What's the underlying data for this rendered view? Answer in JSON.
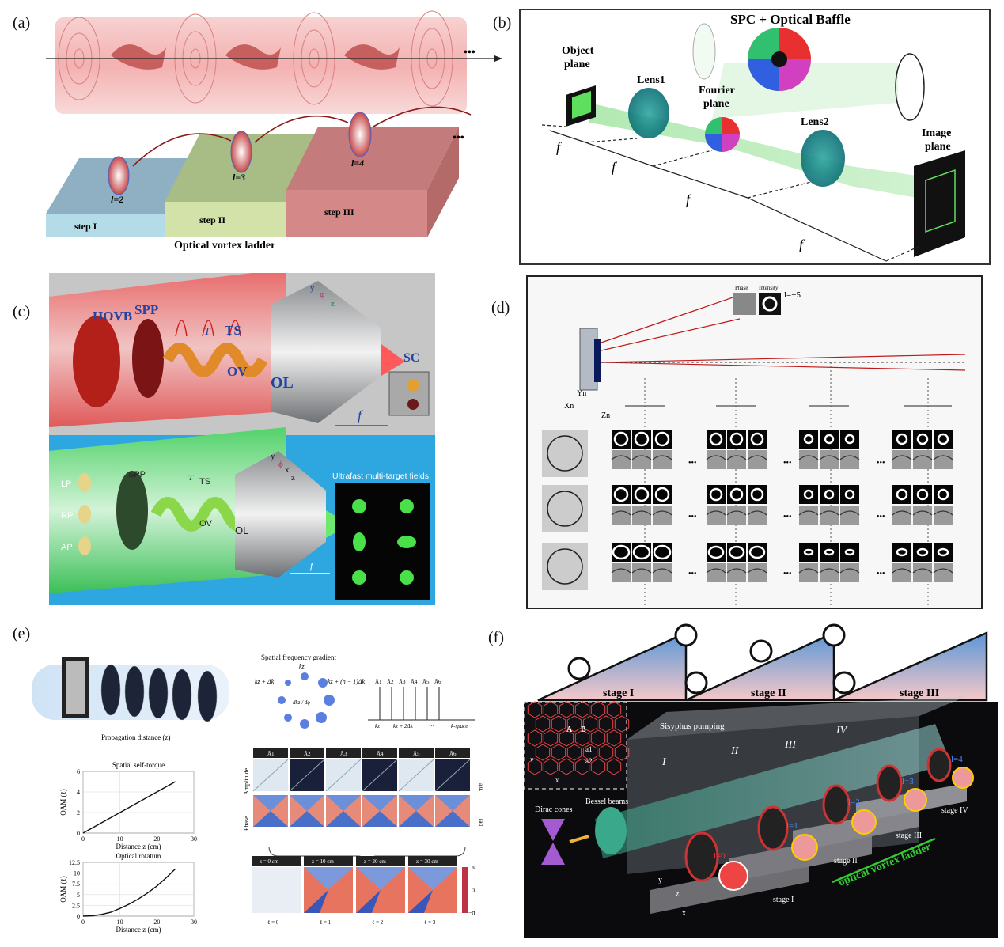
{
  "panels": {
    "a": {
      "label": "(a)",
      "modes": [
        "l=2",
        "l=3",
        "l=4"
      ],
      "steps": [
        "step I",
        "step II",
        "step III"
      ],
      "caption": "Optical vortex ladder",
      "ellipsis": "•••"
    },
    "b": {
      "label": "(b)",
      "title": "SPC + Optical Baffle",
      "object_plane": [
        "Object",
        "plane"
      ],
      "lens1": "Lens1",
      "fourier_plane": [
        "Fourier",
        "plane"
      ],
      "lens2": "Lens2",
      "image_plane": [
        "Image",
        "plane"
      ],
      "focal": "f"
    },
    "c": {
      "label": "(c)",
      "top": {
        "hovb": "HOVB",
        "spp": "SPP",
        "t": "T",
        "ts": "TS",
        "ov": "OV",
        "ol": "OL",
        "sc": "SC",
        "f": "f",
        "y": "y",
        "z": "z",
        "phi": "φ"
      },
      "bottom": {
        "lp": "LP",
        "rp": "RP",
        "ap": "AP",
        "spp": "SPP",
        "t": "T",
        "ts": "TS",
        "ov": "OV",
        "ol": "OL",
        "f": "f",
        "y": "y",
        "x": "x",
        "z": "z",
        "phi": "ϕ",
        "targets_title": "Ultrafast multi-target fields"
      }
    },
    "d": {
      "label": "(d)",
      "mode": "l=+5",
      "phase_label": "Phase",
      "intensity_label": "Intensity",
      "axes": {
        "x": "Xn",
        "y": "Yn",
        "z": "Zn"
      },
      "ellipsis": "•••"
    },
    "e": {
      "label": "(e)",
      "propagation": "Propagation distance (z)",
      "gradient_title": "Spatial frequency gradient",
      "kz": "kz",
      "kz_plus": "kz + Δk",
      "kz_n": "kz + (n − 1)Δk",
      "dk": "dkz / dϕ",
      "kspace": "k-space",
      "kticks": [
        "kz",
        "kz + 2Δk",
        "···"
      ],
      "a_labels": [
        "Ã1",
        "Ã2",
        "Ã3",
        "Ã4",
        "Ã5",
        "Ã6"
      ],
      "row_labels": [
        "Amplitude",
        "Phase"
      ],
      "amp_unit": "a.u.",
      "phase_unit": "rad",
      "z_titles": [
        "z = 0 cm",
        "z = 10 cm",
        "z = 20 cm",
        "z = 30 cm"
      ],
      "ell_labels": [
        "ℓ = 0",
        "ℓ = 1",
        "ℓ = 2",
        "ℓ = 3"
      ],
      "pi_labels": [
        "π",
        "0",
        "−π"
      ]
    },
    "f": {
      "label": "(f)",
      "stages": [
        "stage I",
        "stage II",
        "stage III"
      ],
      "pumping": "Sisyphus pumping",
      "roman": [
        "I",
        "II",
        "III",
        "IV"
      ],
      "dirac": "Dirac cones",
      "bessel": "Bessel beams",
      "ladder": "optical vortex ladder",
      "lattice": {
        "a": "A",
        "b": "B",
        "a1": "a1",
        "a2": "a2",
        "y": "y",
        "x": "x"
      },
      "blocks": [
        "stage I",
        "stage II",
        "stage III",
        "stage IV"
      ],
      "modes": [
        "l=0",
        "l=1",
        "l=2",
        "l=3",
        "l=4"
      ],
      "axes": {
        "y": "y",
        "z": "z",
        "x": "x"
      }
    }
  },
  "chart_data": [
    {
      "type": "line",
      "title": "Spatial self-torque",
      "xlabel": "Distance z (cm)",
      "ylabel": "OAM (ℓ)",
      "xlim": [
        0,
        30
      ],
      "ylim": [
        0,
        6
      ],
      "xticks": [
        0,
        10,
        20,
        30
      ],
      "yticks": [
        0,
        2,
        4,
        6
      ],
      "grid": true,
      "series": [
        {
          "x": [
            0,
            5,
            10,
            15,
            20,
            25
          ],
          "y": [
            0,
            1,
            2,
            3,
            4,
            5
          ]
        }
      ]
    },
    {
      "type": "line",
      "title": "Optical rotatum",
      "xlabel": "Distance z (cm)",
      "ylabel": "OAM (ℓ)",
      "xlim": [
        0,
        30
      ],
      "ylim": [
        0,
        12.5
      ],
      "xticks": [
        0,
        10,
        20,
        30
      ],
      "yticks": [
        0,
        2.5,
        5,
        7.5,
        10,
        12.5
      ],
      "grid": true,
      "series": [
        {
          "x": [
            0,
            2.5,
            5,
            7.5,
            10,
            12.5,
            15,
            17.5,
            20,
            22.5,
            25
          ],
          "y": [
            0,
            0.1,
            0.4,
            0.9,
            1.8,
            2.8,
            4.0,
            5.4,
            7.0,
            8.9,
            11.0
          ]
        }
      ]
    }
  ]
}
